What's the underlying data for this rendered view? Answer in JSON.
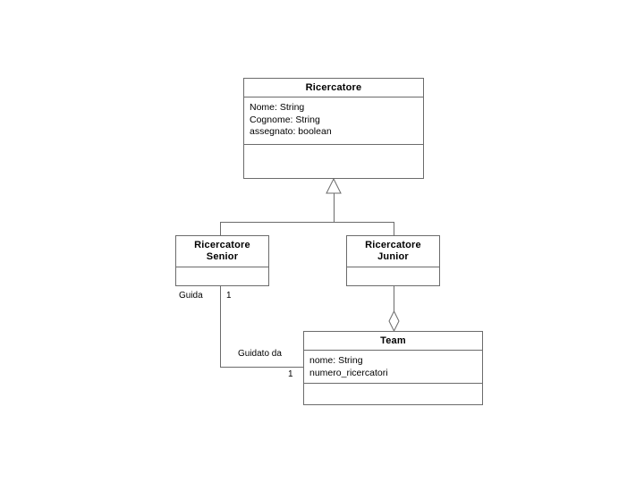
{
  "diagram": {
    "type": "uml-class-diagram",
    "background_color": "#ffffff",
    "line_color": "#6b6b6b",
    "text_color": "#000000"
  },
  "classes": {
    "ricercatore": {
      "name": "Ricercatore",
      "attributes": [
        "Nome: String",
        "Cognome: String",
        "assegnato: boolean"
      ],
      "operations": []
    },
    "ricercatore_senior": {
      "name_line1": "Ricercatore",
      "name_line2": "Senior",
      "attributes": [],
      "operations": []
    },
    "ricercatore_junior": {
      "name_line1": "Ricercatore",
      "name_line2": "Junior",
      "attributes": [],
      "operations": []
    },
    "team": {
      "name": "Team",
      "attributes": [
        "nome: String",
        "numero_ricercatori"
      ],
      "operations": []
    }
  },
  "relationships": {
    "generalization": {
      "kind": "generalization",
      "marker": "hollow-triangle",
      "parent": "Ricercatore",
      "children": [
        "Ricercatore Senior",
        "Ricercatore Junior"
      ]
    },
    "aggregation": {
      "kind": "aggregation",
      "marker": "hollow-diamond",
      "whole": "Team",
      "part": "Ricercatore Junior"
    },
    "association": {
      "kind": "association",
      "source": "Ricercatore Senior",
      "target": "Team",
      "source_role": "Guida",
      "source_multiplicity": "1",
      "target_role": "Guidato da",
      "target_multiplicity": "1"
    }
  }
}
